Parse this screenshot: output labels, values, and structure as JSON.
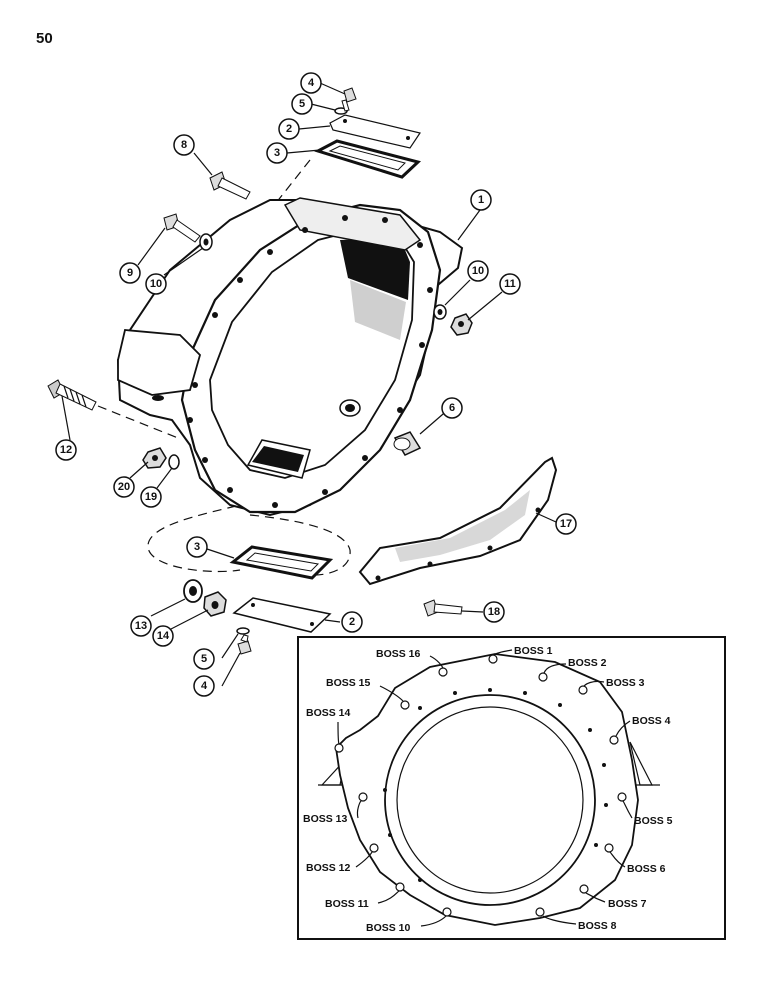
{
  "page_number": "50",
  "callouts": [
    "1",
    "2",
    "3",
    "4",
    "5",
    "6",
    "8",
    "9",
    "10",
    "11",
    "12",
    "13",
    "14",
    "17",
    "18",
    "19",
    "20"
  ],
  "callout_labels": {
    "c4a": "4",
    "c5a": "5",
    "c2a": "2",
    "c3a": "3",
    "c8": "8",
    "c1": "1",
    "c9": "9",
    "c10a": "10",
    "c10b": "10",
    "c11": "11",
    "c12": "12",
    "c6": "6",
    "c20": "20",
    "c19": "19",
    "c17": "17",
    "c3b": "3",
    "c13": "13",
    "c14": "14",
    "c2b": "2",
    "c18": "18",
    "c5b": "5",
    "c4b": "4"
  },
  "boss_labels": {
    "b1": "BOSS 1",
    "b2": "BOSS 2",
    "b3": "BOSS 3",
    "b4": "BOSS 4",
    "b5": "BOSS 5",
    "b6": "BOSS 6",
    "b7": "BOSS 7",
    "b8": "BOSS 8",
    "b10": "BOSS 10",
    "b11": "BOSS 11",
    "b12": "BOSS 12",
    "b13": "BOSS 13",
    "b14": "BOSS 14",
    "b15": "BOSS 15",
    "b16": "BOSS 16"
  }
}
